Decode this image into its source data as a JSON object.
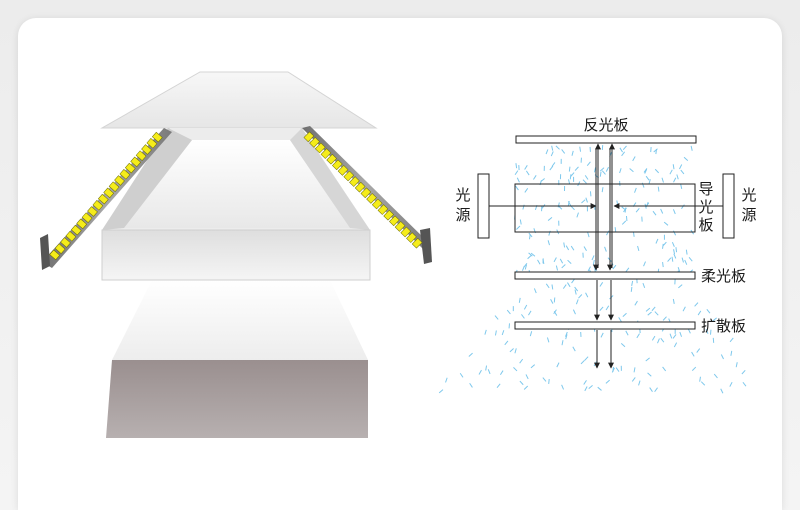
{
  "diagram": {
    "labels": {
      "reflector": "反光板",
      "light_source": "光源",
      "light_guide": "导光板",
      "soft_panel": "柔光板",
      "diffuser": "扩散板"
    },
    "colors": {
      "led_yellow": "#f5ec1a",
      "strip_gray": "#8a8a8a",
      "scatter_blue": "#7ec8ec",
      "line": "#222222"
    }
  }
}
